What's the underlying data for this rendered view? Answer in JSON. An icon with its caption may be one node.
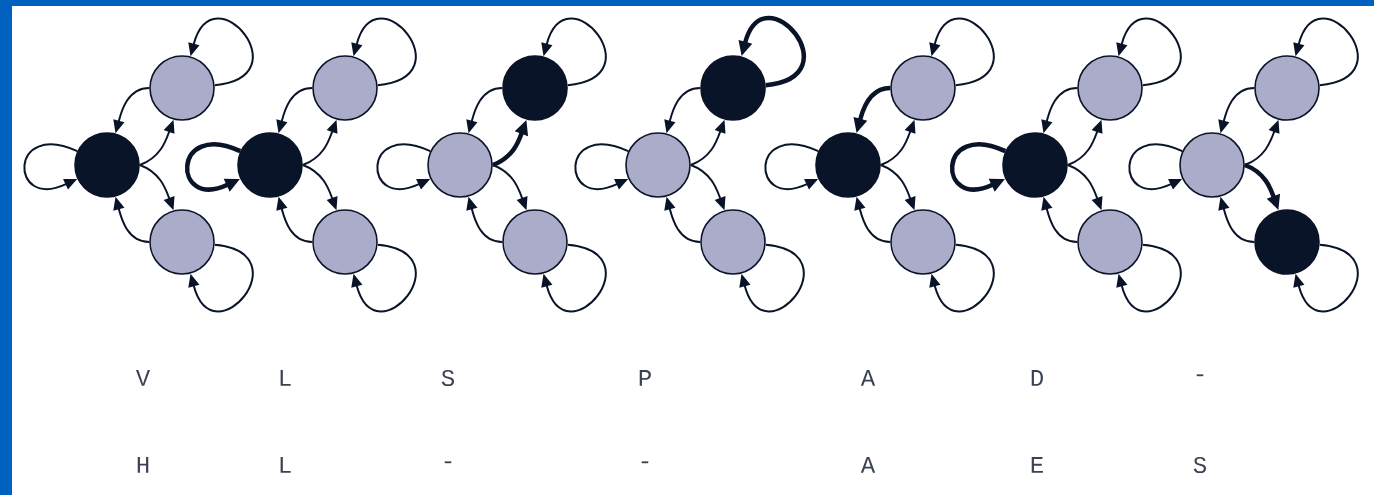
{
  "diagram": {
    "nodes": [
      {
        "text": [],
        "shape": "circle"
      },
      {
        "text": [],
        "shape": "circle"
      },
      {
        "text": [],
        "shape": "circle"
      },
      {
        "text": [],
        "shape": "circle"
      },
      {
        "text": [],
        "shape": "circle"
      },
      {
        "text": [],
        "shape": "circle"
      },
      {
        "text": [],
        "shape": "circle"
      },
      {
        "text": [],
        "shape": "circle"
      },
      {
        "text": [],
        "shape": "circle"
      },
      {
        "text": [],
        "shape": "circle"
      },
      {
        "text": [],
        "shape": "circle"
      },
      {
        "text": [],
        "shape": "circle"
      },
      {
        "text": [],
        "shape": "circle"
      },
      {
        "text": [],
        "shape": "circle"
      },
      {
        "text": [],
        "shape": "circle"
      },
      {
        "text": [],
        "shape": "circle"
      },
      {
        "text": [],
        "shape": "circle"
      },
      {
        "text": [],
        "shape": "circle"
      },
      {
        "text": [],
        "shape": "circle"
      },
      {
        "text": [],
        "shape": "circle"
      },
      {
        "text": [],
        "shape": "circle"
      }
    ],
    "edges": [
      {
        "from": 0,
        "to": 0,
        "arrow": "to"
      },
      {
        "from": 1,
        "to": 1,
        "arrow": "to"
      },
      {
        "from": 2,
        "to": 2,
        "arrow": "to"
      },
      {
        "from": 0,
        "to": 1,
        "arrow": "to"
      },
      {
        "from": 1,
        "to": 0,
        "arrow": "to"
      },
      {
        "from": 0,
        "to": 2,
        "arrow": "to"
      },
      {
        "from": 2,
        "to": 0,
        "arrow": "to"
      },
      {
        "from": 3,
        "to": 3,
        "arrow": "to",
        "style": "thick"
      },
      {
        "from": 4,
        "to": 4,
        "arrow": "to"
      },
      {
        "from": 5,
        "to": 5,
        "arrow": "to"
      },
      {
        "from": 3,
        "to": 4,
        "arrow": "to"
      },
      {
        "from": 4,
        "to": 3,
        "arrow": "to"
      },
      {
        "from": 3,
        "to": 5,
        "arrow": "to"
      },
      {
        "from": 5,
        "to": 3,
        "arrow": "to"
      },
      {
        "from": 6,
        "to": 6,
        "arrow": "to"
      },
      {
        "from": 7,
        "to": 7,
        "arrow": "to"
      },
      {
        "from": 8,
        "to": 8,
        "arrow": "to"
      },
      {
        "from": 6,
        "to": 7,
        "arrow": "to",
        "style": "thick"
      },
      {
        "from": 7,
        "to": 6,
        "arrow": "to"
      },
      {
        "from": 6,
        "to": 8,
        "arrow": "to"
      },
      {
        "from": 8,
        "to": 6,
        "arrow": "to"
      },
      {
        "from": 9,
        "to": 9,
        "arrow": "to"
      },
      {
        "from": 10,
        "to": 10,
        "arrow": "to",
        "style": "thick"
      },
      {
        "from": 11,
        "to": 11,
        "arrow": "to"
      },
      {
        "from": 9,
        "to": 10,
        "arrow": "to"
      },
      {
        "from": 10,
        "to": 9,
        "arrow": "to"
      },
      {
        "from": 9,
        "to": 11,
        "arrow": "to"
      },
      {
        "from": 11,
        "to": 9,
        "arrow": "to"
      },
      {
        "from": 12,
        "to": 12,
        "arrow": "to"
      },
      {
        "from": 13,
        "to": 13,
        "arrow": "to"
      },
      {
        "from": 14,
        "to": 14,
        "arrow": "to"
      },
      {
        "from": 12,
        "to": 13,
        "arrow": "to"
      },
      {
        "from": 13,
        "to": 12,
        "arrow": "to",
        "style": "thick"
      },
      {
        "from": 12,
        "to": 14,
        "arrow": "to"
      },
      {
        "from": 14,
        "to": 12,
        "arrow": "to"
      },
      {
        "from": 15,
        "to": 15,
        "arrow": "to",
        "style": "thick"
      },
      {
        "from": 16,
        "to": 16,
        "arrow": "to"
      },
      {
        "from": 17,
        "to": 17,
        "arrow": "to"
      },
      {
        "from": 15,
        "to": 16,
        "arrow": "to"
      },
      {
        "from": 16,
        "to": 15,
        "arrow": "to"
      },
      {
        "from": 15,
        "to": 17,
        "arrow": "to"
      },
      {
        "from": 17,
        "to": 15,
        "arrow": "to"
      },
      {
        "from": 18,
        "to": 18,
        "arrow": "to"
      },
      {
        "from": 19,
        "to": 19,
        "arrow": "to"
      },
      {
        "from": 20,
        "to": 20,
        "arrow": "to"
      },
      {
        "from": 18,
        "to": 19,
        "arrow": "to"
      },
      {
        "from": 19,
        "to": 18,
        "arrow": "to"
      },
      {
        "from": 18,
        "to": 20,
        "arrow": "to",
        "style": "thick"
      },
      {
        "from": 20,
        "to": 18,
        "arrow": "to"
      }
    ],
    "labels": [
      "V",
      "L",
      "S",
      "P",
      "A",
      "D",
      "-",
      "H",
      "L",
      "-",
      "-",
      "A",
      "E",
      "S"
    ]
  }
}
